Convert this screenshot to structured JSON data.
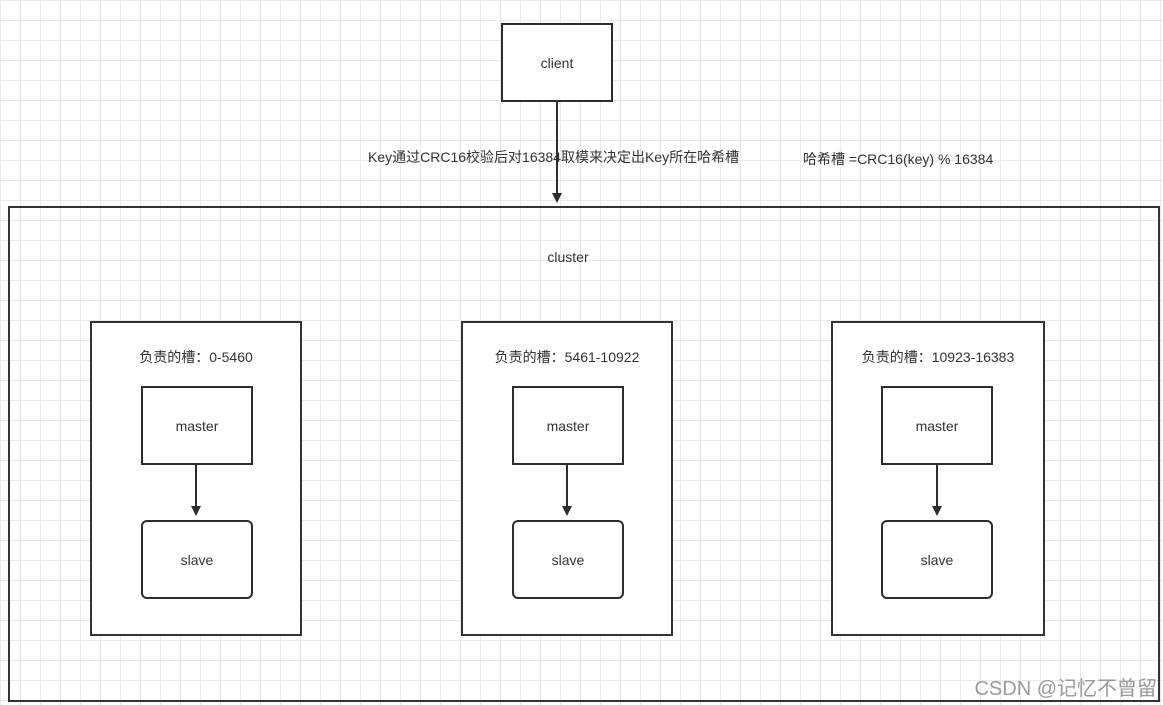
{
  "client": {
    "label": "client"
  },
  "edge_label": "Key通过CRC16校验后对16384取模来决定出Key所在哈希槽",
  "formula": "哈希槽 =CRC16(key) % 16384",
  "cluster": {
    "label": "cluster"
  },
  "nodes": [
    {
      "slots_label": "负责的槽：0-5460",
      "master": "master",
      "slave": "slave"
    },
    {
      "slots_label": "负责的槽：5461-10922",
      "master": "master",
      "slave": "slave"
    },
    {
      "slots_label": "负责的槽：10923-16383",
      "master": "master",
      "slave": "slave"
    }
  ],
  "watermark": "CSDN @记忆不曾留",
  "colors": {
    "stroke": "#2d2d2d",
    "text": "#333333",
    "grid": "#e9e9e9",
    "watermark": "#9a9a9a"
  }
}
